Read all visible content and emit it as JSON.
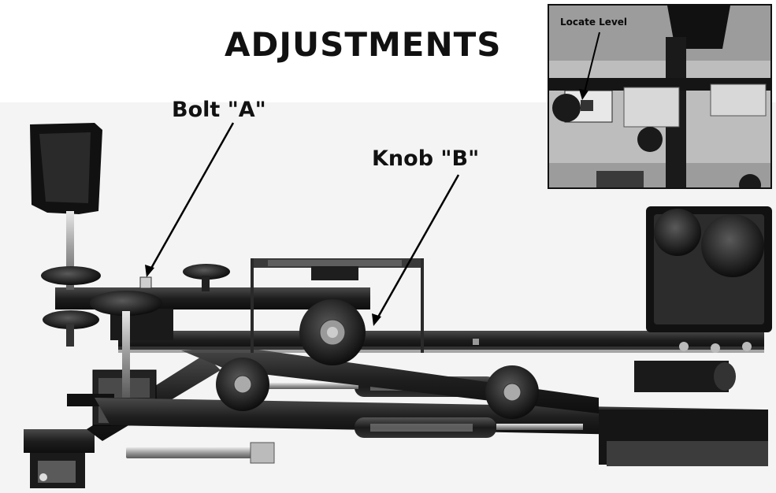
{
  "page": {
    "title": "ADJUSTMENTS"
  },
  "callouts": {
    "bolt_a": "Bolt \"A\"",
    "knob_b": "Knob \"B\""
  },
  "inset": {
    "label": "Locate Level"
  },
  "colors": {
    "metal_dark": "#1c1c1c",
    "metal_mid": "#3a3a3a",
    "metal_light": "#6a6a6a",
    "background": "#ffffff"
  }
}
